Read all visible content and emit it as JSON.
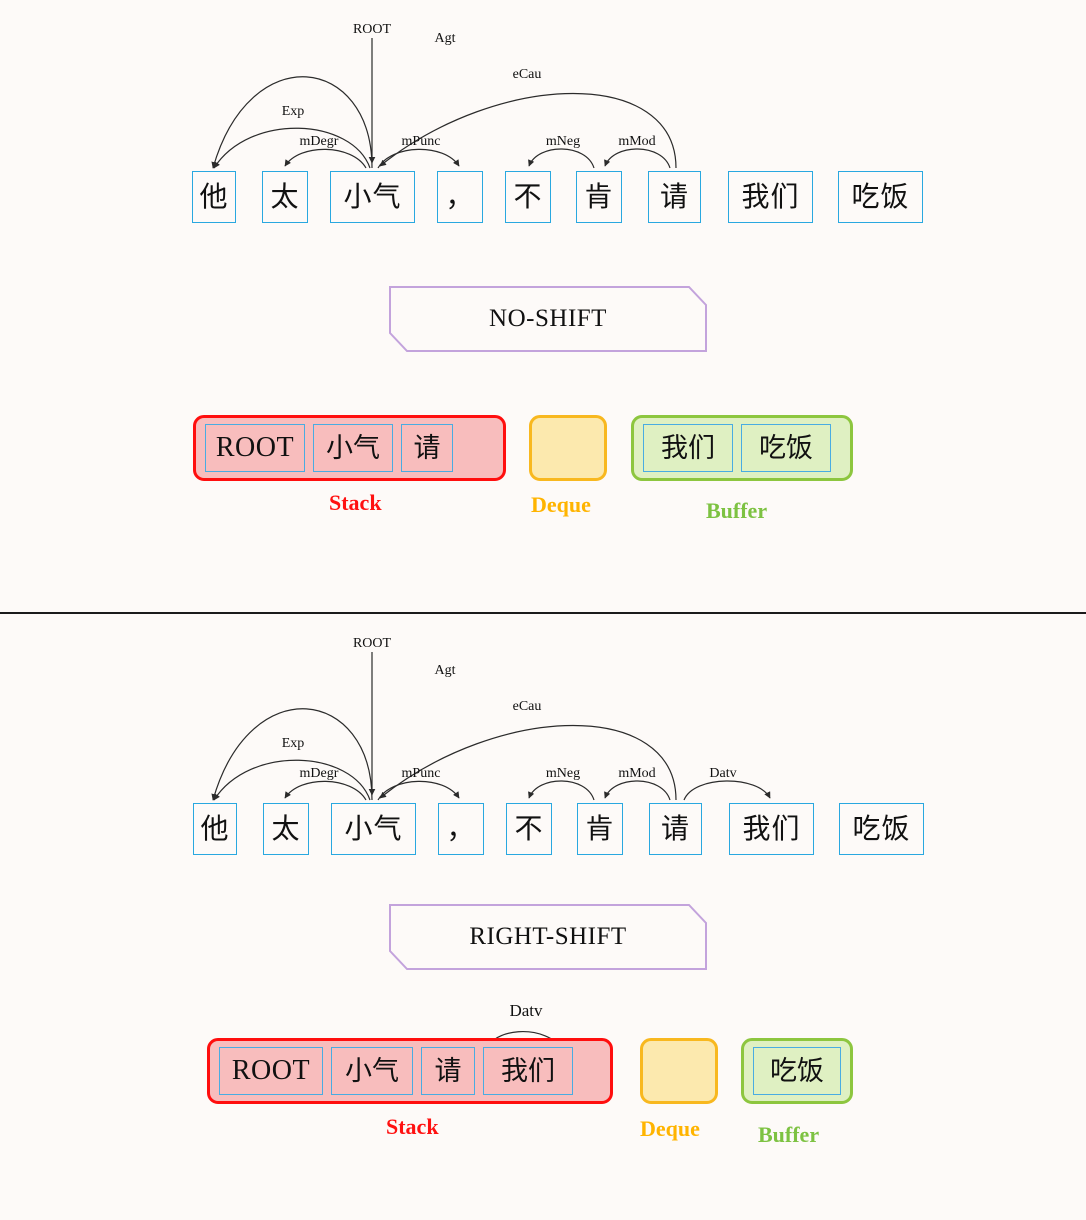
{
  "background_color": "#FDFAF8",
  "colors": {
    "word_box_border": "#29A8E0",
    "arc_stroke": "#2b2b2b",
    "stack_border": "#FF0E0E",
    "stack_fill": "#F8BDBD",
    "deque_border": "#F8B81F",
    "deque_fill": "#FCE9AE",
    "buffer_border": "#8DC63F",
    "buffer_fill": "#DFF0C2",
    "action_border": "#C3A3DC",
    "stack_label": "#FF1111",
    "deque_label": "#FFB400",
    "buffer_label": "#7DC242"
  },
  "panels": [
    {
      "id": "panel-top",
      "sentence": {
        "words": [
          "他",
          "太",
          "小气",
          "，",
          "不",
          "肯",
          "请",
          "我们",
          "吃饭"
        ]
      },
      "root_label": "ROOT",
      "arcs": [
        {
          "label": "Agt",
          "from": "小气",
          "to": "他"
        },
        {
          "label": "Exp",
          "from": "小气",
          "to": "他"
        },
        {
          "label": "mDegr",
          "from": "小气",
          "to": "太"
        },
        {
          "label": "mPunc",
          "from": "小气",
          "to": "，"
        },
        {
          "label": "eCau",
          "from": "请",
          "to": "小气"
        },
        {
          "label": "mNeg",
          "from": "肯",
          "to": "不"
        },
        {
          "label": "mMod",
          "from": "请",
          "to": "肯"
        }
      ],
      "action": "NO-SHIFT",
      "stack": {
        "label": "Stack",
        "items": [
          "ROOT",
          "小气",
          "请"
        ]
      },
      "deque": {
        "label": "Deque",
        "items": []
      },
      "buffer": {
        "label": "Buffer",
        "items": [
          "我们",
          "吃饭"
        ]
      },
      "stack_arc": null
    },
    {
      "id": "panel-bottom",
      "sentence": {
        "words": [
          "他",
          "太",
          "小气",
          "，",
          "不",
          "肯",
          "请",
          "我们",
          "吃饭"
        ]
      },
      "root_label": "ROOT",
      "arcs": [
        {
          "label": "Agt",
          "from": "小气",
          "to": "他"
        },
        {
          "label": "Exp",
          "from": "小气",
          "to": "他"
        },
        {
          "label": "mDegr",
          "from": "小气",
          "to": "太"
        },
        {
          "label": "mPunc",
          "from": "小气",
          "to": "，"
        },
        {
          "label": "eCau",
          "from": "请",
          "to": "小气"
        },
        {
          "label": "mNeg",
          "from": "肯",
          "to": "不"
        },
        {
          "label": "mMod",
          "from": "请",
          "to": "肯"
        },
        {
          "label": "Datv",
          "from": "请",
          "to": "我们"
        }
      ],
      "action": "RIGHT-SHIFT",
      "stack": {
        "label": "Stack",
        "items": [
          "ROOT",
          "小气",
          "请",
          "我们"
        ]
      },
      "deque": {
        "label": "Deque",
        "items": []
      },
      "buffer": {
        "label": "Buffer",
        "items": [
          "吃饭"
        ]
      },
      "stack_arc": {
        "label": "Datv",
        "from": "请",
        "to": "我们"
      }
    }
  ]
}
